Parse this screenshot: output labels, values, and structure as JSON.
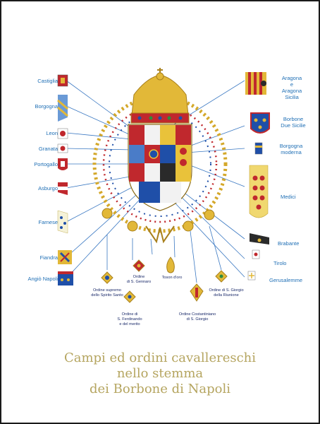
{
  "left_labels": [
    {
      "key": "castiglia",
      "text": "Castiglia"
    },
    {
      "key": "borgogna",
      "text": "Borgogna"
    },
    {
      "key": "leon",
      "text": "Leon"
    },
    {
      "key": "granata",
      "text": "Granata"
    },
    {
      "key": "portogallo",
      "text": "Portogallo"
    },
    {
      "key": "asburgo",
      "text": "Asburgo"
    },
    {
      "key": "farnese",
      "text": "Farnese"
    },
    {
      "key": "fiandra",
      "text": "Fiandra"
    },
    {
      "key": "angio",
      "text": "Angiò Napoli"
    }
  ],
  "right_labels": {
    "aragona_sicilia": [
      "Aragona",
      "e",
      "Aragona",
      "Sicilia"
    ],
    "borbone": [
      "Borbone",
      "Due Sicilie"
    ],
    "borgogna_moderna": [
      "Borgogna",
      "moderna"
    ],
    "medici": "Medici",
    "brabante": "Brabante",
    "tirolo": "Tirolo",
    "gerusalemme": "Gerusalemme"
  },
  "orders": {
    "spirito_santo": [
      "Ordine supremo",
      "dello Spirito Santo"
    ],
    "s_gennaro": [
      "Ordine",
      "di S. Gennaro"
    ],
    "toson_doro": [
      "Toson d'oro"
    ],
    "s_giorgio_riunione": [
      "Ordine di S. Giorgio",
      "della Riunione"
    ],
    "s_ferdinando": [
      "Ordine di",
      "S. Ferdinando",
      "e del merito"
    ],
    "costantiniano": [
      "Ordine Costantiniano",
      "di S. Giorgio"
    ]
  },
  "title_lines": [
    "Campi ed ordini cavallereschi",
    "nello stemma",
    "dei Borbone di Napoli"
  ],
  "colors": {
    "label": "#1f6fb5",
    "gold": "#d4a82a",
    "red": "#c0282d",
    "blue": "#1f4fa8",
    "title": "#b5a560"
  }
}
